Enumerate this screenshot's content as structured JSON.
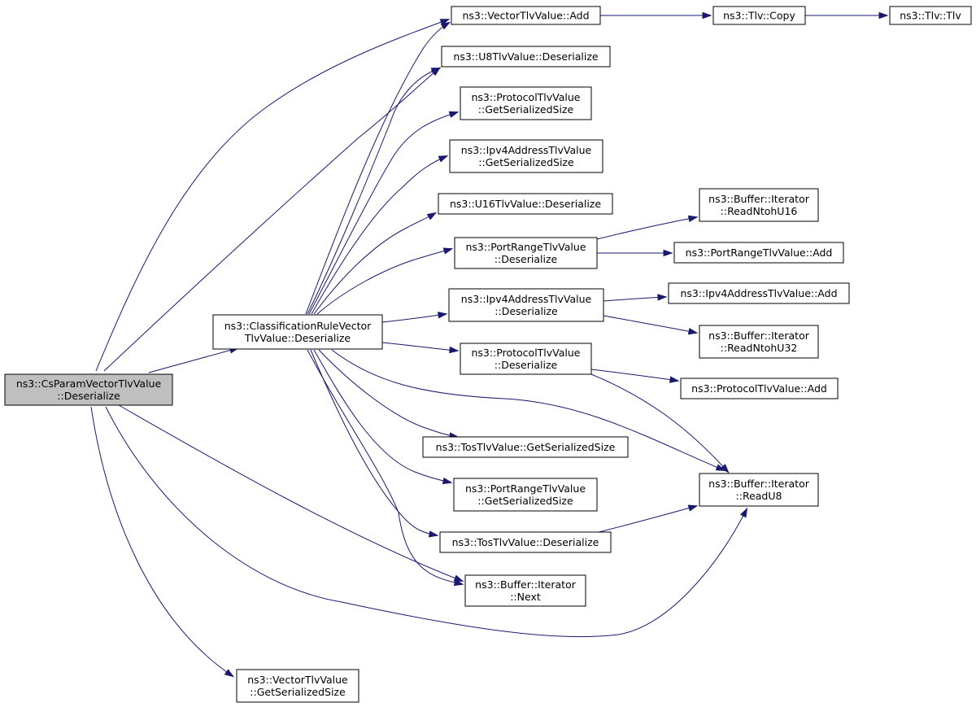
{
  "graph": {
    "nodes": [
      {
        "id": "root",
        "lines": [
          "ns3::CsParamVectorTlvValue",
          "::Deserialize"
        ],
        "highlight": true
      },
      {
        "id": "crv",
        "lines": [
          "ns3::ClassificationRuleVector",
          "TlvValue::Deserialize"
        ]
      },
      {
        "id": "vadd",
        "lines": [
          "ns3::VectorTlvValue::Add"
        ]
      },
      {
        "id": "copy",
        "lines": [
          "ns3::Tlv::Copy"
        ]
      },
      {
        "id": "tlv",
        "lines": [
          "ns3::Tlv::Tlv"
        ]
      },
      {
        "id": "u8des",
        "lines": [
          "ns3::U8TlvValue::Deserialize"
        ]
      },
      {
        "id": "protsize",
        "lines": [
          "ns3::ProtocolTlvValue",
          "::GetSerializedSize"
        ]
      },
      {
        "id": "ipv4size",
        "lines": [
          "ns3::Ipv4AddressTlvValue",
          "::GetSerializedSize"
        ]
      },
      {
        "id": "u16des",
        "lines": [
          "ns3::U16TlvValue::Deserialize"
        ]
      },
      {
        "id": "rdu16",
        "lines": [
          "ns3::Buffer::Iterator",
          "::ReadNtohU16"
        ]
      },
      {
        "id": "prdes",
        "lines": [
          "ns3::PortRangeTlvValue",
          "::Deserialize"
        ]
      },
      {
        "id": "pradd",
        "lines": [
          "ns3::PortRangeTlvValue::Add"
        ]
      },
      {
        "id": "ipv4des",
        "lines": [
          "ns3::Ipv4AddressTlvValue",
          "::Deserialize"
        ]
      },
      {
        "id": "ipv4add",
        "lines": [
          "ns3::Ipv4AddressTlvValue::Add"
        ]
      },
      {
        "id": "rdu32",
        "lines": [
          "ns3::Buffer::Iterator",
          "::ReadNtohU32"
        ]
      },
      {
        "id": "protdes",
        "lines": [
          "ns3::ProtocolTlvValue",
          "::Deserialize"
        ]
      },
      {
        "id": "protadd",
        "lines": [
          "ns3::ProtocolTlvValue::Add"
        ]
      },
      {
        "id": "tossize",
        "lines": [
          "ns3::TosTlvValue::GetSerializedSize"
        ]
      },
      {
        "id": "rdu8",
        "lines": [
          "ns3::Buffer::Iterator",
          "::ReadU8"
        ]
      },
      {
        "id": "prsize",
        "lines": [
          "ns3::PortRangeTlvValue",
          "::GetSerializedSize"
        ]
      },
      {
        "id": "tosdes",
        "lines": [
          "ns3::TosTlvValue::Deserialize"
        ]
      },
      {
        "id": "next",
        "lines": [
          "ns3::Buffer::Iterator",
          "::Next"
        ]
      },
      {
        "id": "vsize",
        "lines": [
          "ns3::VectorTlvValue",
          "::GetSerializedSize"
        ]
      }
    ],
    "edges": [
      {
        "from": "root",
        "to": "crv"
      },
      {
        "from": "root",
        "to": "vadd"
      },
      {
        "from": "root",
        "to": "u8des"
      },
      {
        "from": "root",
        "to": "next"
      },
      {
        "from": "root",
        "to": "rdu8"
      },
      {
        "from": "root",
        "to": "vsize"
      },
      {
        "from": "crv",
        "to": "vadd"
      },
      {
        "from": "crv",
        "to": "u8des"
      },
      {
        "from": "crv",
        "to": "protsize"
      },
      {
        "from": "crv",
        "to": "ipv4size"
      },
      {
        "from": "crv",
        "to": "u16des"
      },
      {
        "from": "crv",
        "to": "prdes"
      },
      {
        "from": "crv",
        "to": "ipv4des"
      },
      {
        "from": "crv",
        "to": "protdes"
      },
      {
        "from": "crv",
        "to": "rdu8"
      },
      {
        "from": "crv",
        "to": "tossize"
      },
      {
        "from": "crv",
        "to": "prsize"
      },
      {
        "from": "crv",
        "to": "tosdes"
      },
      {
        "from": "crv",
        "to": "next"
      },
      {
        "from": "vadd",
        "to": "copy"
      },
      {
        "from": "copy",
        "to": "tlv"
      },
      {
        "from": "prdes",
        "to": "rdu16"
      },
      {
        "from": "prdes",
        "to": "pradd"
      },
      {
        "from": "ipv4des",
        "to": "ipv4add"
      },
      {
        "from": "ipv4des",
        "to": "rdu32"
      },
      {
        "from": "protdes",
        "to": "protadd"
      },
      {
        "from": "protdes",
        "to": "rdu8"
      },
      {
        "from": "tosdes",
        "to": "rdu8"
      }
    ]
  }
}
